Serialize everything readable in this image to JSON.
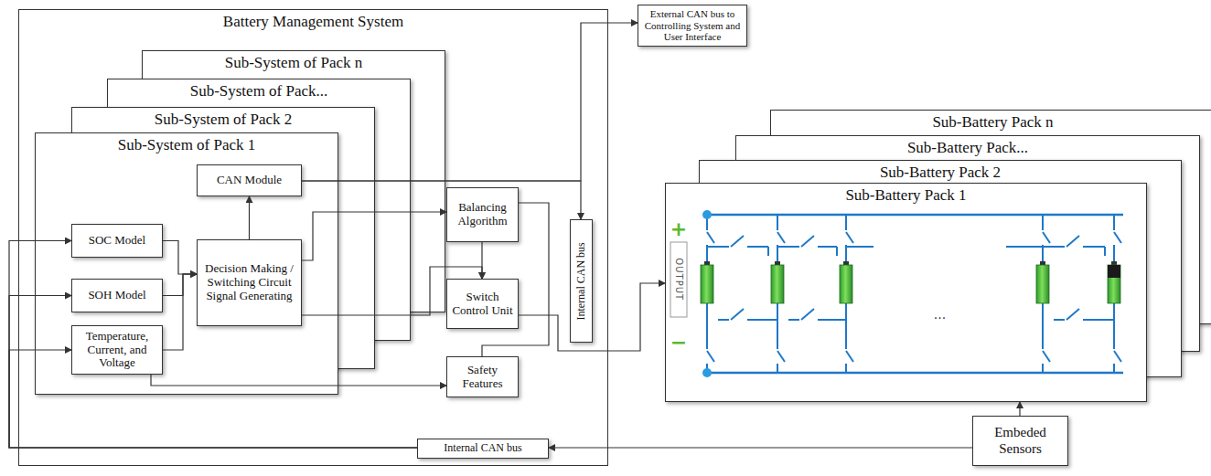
{
  "diagram": {
    "nodes": [
      {
        "text": [
          "Battery Management System"
        ]
      },
      {
        "text": [
          "Sub-System of Pack n"
        ],
        "in": 0
      },
      {
        "text": [
          "Sub-System of Pack..."
        ],
        "in": 0
      },
      {
        "text": [
          "Sub-System of Pack 2"
        ],
        "in": 0
      },
      {
        "text": [
          "Sub-System of Pack 1"
        ],
        "in": 0
      },
      {
        "text": [
          "CAN Module"
        ],
        "in": 4
      },
      {
        "text": [
          "SOC Model"
        ],
        "in": 4
      },
      {
        "text": [
          "SOH Model"
        ],
        "in": 4
      },
      {
        "text": [
          "Temperature, Current, and Voltage"
        ],
        "in": 4
      },
      {
        "text": [
          "Decision Making / Switching Circuit Signal Generating"
        ],
        "in": 4
      },
      {
        "text": [
          "Balancing Algorithm"
        ],
        "in": 0
      },
      {
        "text": [
          "Switch Control Unit"
        ],
        "in": 0
      },
      {
        "text": [
          "Safety Features"
        ],
        "in": 0
      },
      {
        "text": [
          "Internal CAN bus"
        ],
        "in": 0
      },
      {
        "text": [
          "Internal CAN bus"
        ],
        "in": 0
      },
      {
        "text": [
          "External CAN bus to Controlling System and User Interface"
        ]
      },
      {
        "text": [
          "Sub-Battery Pack n"
        ]
      },
      {
        "text": [
          "Sub-Battery Pack..."
        ]
      },
      {
        "text": [
          "Sub-Battery Pack 2"
        ]
      },
      {
        "text": [
          "Sub-Battery Pack 1"
        ]
      },
      {
        "text": [
          "Embeded Sensors"
        ]
      }
    ],
    "edges": [
      {
        "from": 6,
        "to": 9,
        "arrow": "to"
      },
      {
        "from": 7,
        "to": 9,
        "arrow": "to"
      },
      {
        "from": 8,
        "to": 9,
        "arrow": "to"
      },
      {
        "from": 8,
        "to": 12,
        "arrow": "to"
      },
      {
        "from": 9,
        "to": 5,
        "arrow": "to"
      },
      {
        "from": 9,
        "to": 10,
        "arrow": "to"
      },
      {
        "from": 9,
        "to": 11,
        "arrow": "to"
      },
      {
        "from": 10,
        "to": 11,
        "arrow": "to"
      },
      {
        "from": 10,
        "to": 12,
        "arrow": "none"
      },
      {
        "from": 5,
        "to": 13,
        "arrow": "to"
      },
      {
        "from": 5,
        "to": 15,
        "arrow": "to"
      },
      {
        "from": 11,
        "to": 19,
        "arrow": "to"
      },
      {
        "from": 20,
        "to": 19,
        "arrow": "to"
      },
      {
        "from": 20,
        "to": 14,
        "arrow": "to"
      },
      {
        "from": 14,
        "to": 6,
        "arrow": "to"
      },
      {
        "from": 14,
        "to": 7,
        "arrow": "to"
      },
      {
        "from": 14,
        "to": 8,
        "arrow": "to"
      }
    ],
    "labels": [
      "+",
      "OUTPUT",
      "−",
      "..."
    ]
  }
}
